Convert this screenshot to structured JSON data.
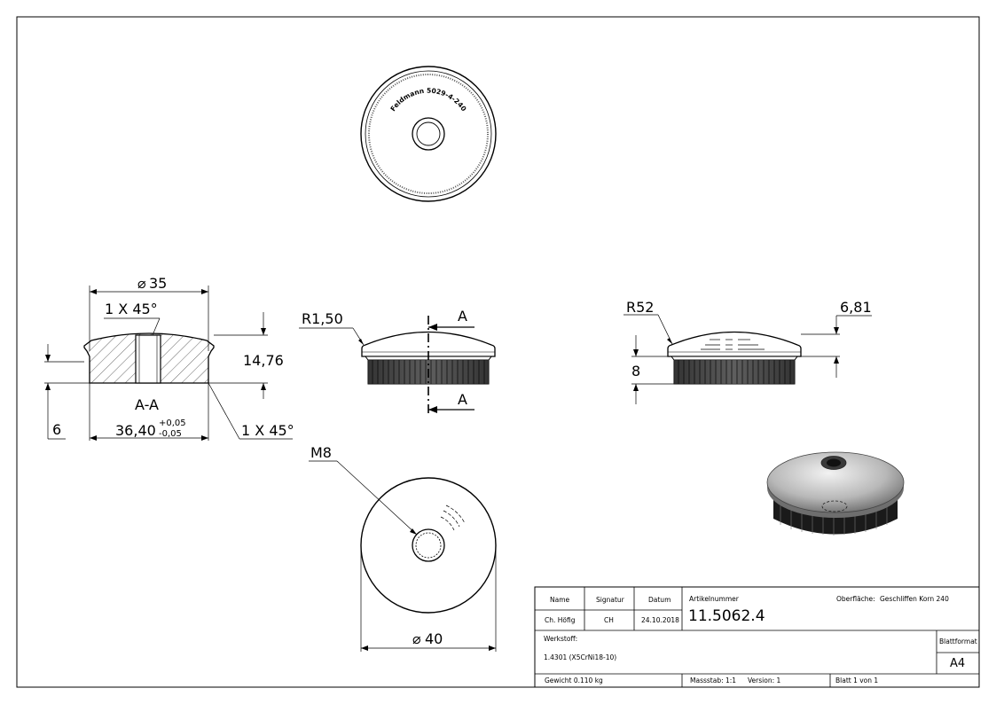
{
  "views": {
    "top": {
      "engraving": "Feldmann 5029-4-240"
    },
    "section": {
      "diameter_label": "35",
      "chamfer_top": "1 X 45°",
      "height": "14,76",
      "section_name": "A-A",
      "base_height": "6",
      "bottom_width": "36,40",
      "tol_upper": "+0,05",
      "tol_lower": "-0,05",
      "chamfer_bottom": "1 X 45°"
    },
    "front": {
      "radius": "R1,50",
      "cut_label_top": "A",
      "cut_label_bottom": "A"
    },
    "side": {
      "radius": "R52",
      "dome_height": "6,81",
      "stem_height": "8"
    },
    "bottom": {
      "thread": "M8",
      "diameter_label": "40"
    }
  },
  "title_block": {
    "col_name": "Name",
    "col_signatur": "Signatur",
    "col_datum": "Datum",
    "name": "Ch. Höfig",
    "signatur": "CH",
    "datum": "24.10.2018",
    "artikel_label": "Artikelnummer",
    "artikel": "11.5062.4",
    "oberflaeche_label": "Oberfläche:",
    "oberflaeche": "Geschliffen Korn 240",
    "werkstoff_label": "Werkstoff:",
    "werkstoff": "1.4301 (X5CrNi18-10)",
    "blattformat_label": "Blattformat",
    "blattformat": "A4",
    "gewicht": "Gewicht 0.110 kg",
    "massstab": "Massstab: 1:1",
    "version": "Version: 1",
    "blatt": "Blatt 1 von 1"
  }
}
